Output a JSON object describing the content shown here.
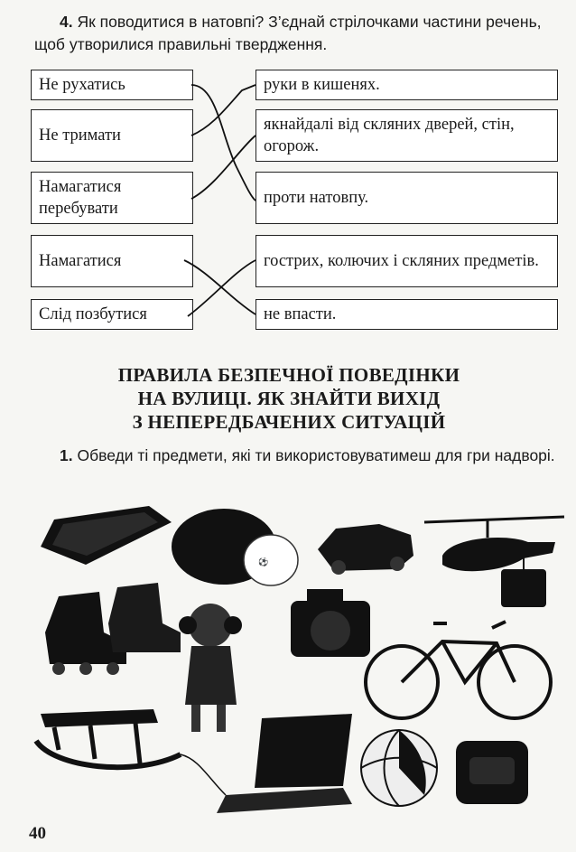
{
  "task4": {
    "number": "4.",
    "text": "Як поводитися в натовпі? З’єднай стрілочками частини речень, щоб утворилися правильні твердження."
  },
  "left_items": [
    "Не рухатись",
    "Не тримати",
    "Намагатися перебувати",
    "Намагатися",
    "Слід позбутися"
  ],
  "right_items": [
    "руки в кишенях.",
    "якнайдалі від скляних дверей, стін, огорож.",
    "проти натовпу.",
    "гострих, колючих і скляних предметів.",
    "не впасти."
  ],
  "heading": {
    "line1": "ПРАВИЛА БЕЗПЕЧНОЇ ПОВЕДІНКИ",
    "line2": "НА ВУЛИЦІ. ЯК ЗНАЙТИ ВИХІД",
    "line3": "З НЕПЕРЕДБАЧЕНИХ СИТУАЦІЙ"
  },
  "task1": {
    "number": "1.",
    "text": "Обведи ті предмети, які ти використовуватимеш для гри надворі."
  },
  "pictures": [
    "tablet",
    "ball-and-cap",
    "toy-car",
    "toy-helicopter",
    "roller-skates",
    "doll",
    "camera",
    "bicycle",
    "sled",
    "laptop",
    "beach-ball",
    "backpack"
  ],
  "page_number": "40"
}
